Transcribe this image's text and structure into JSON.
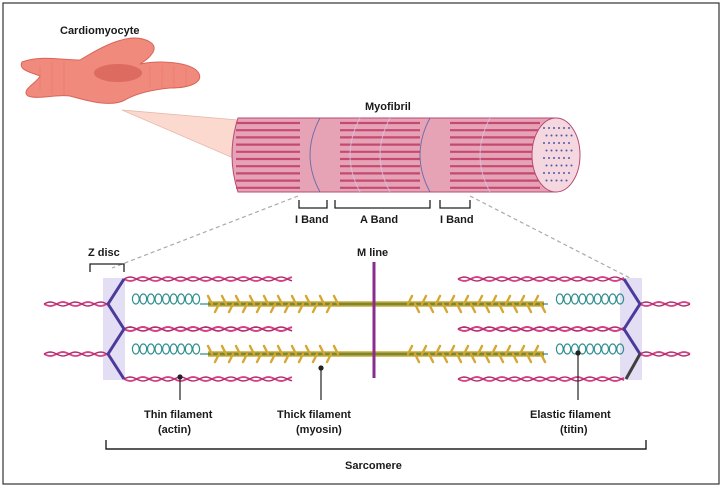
{
  "labels": {
    "cardiomyocyte": "Cardiomyocyte",
    "myofibril": "Myofibril",
    "i_band_left": "I Band",
    "a_band": "A Band",
    "i_band_right": "I Band",
    "z_disc": "Z disc",
    "m_line": "M line",
    "thin_filament": "Thin filament",
    "thin_filament_sub": "(actin)",
    "thick_filament": "Thick filament",
    "thick_filament_sub": "(myosin)",
    "elastic_filament": "Elastic filament",
    "elastic_filament_sub": "(titin)",
    "sarcomere": "Sarcomere"
  },
  "colors": {
    "cell": "#f08a7c",
    "cell_nucleus": "#d9655a",
    "myofibril_body": "#e7a3b6",
    "myofibril_stripe": "#c44a74",
    "zoom_wedge": "#fbd9cf",
    "thin_filament": "#d63f86",
    "thick_filament": "#d4a733",
    "myosin_core": "#6e8a3a",
    "titin": "#2f8f8f",
    "z_disc": "#4b3a9a",
    "m_line": "#8a2b8e",
    "z_region": "#e4def5"
  }
}
